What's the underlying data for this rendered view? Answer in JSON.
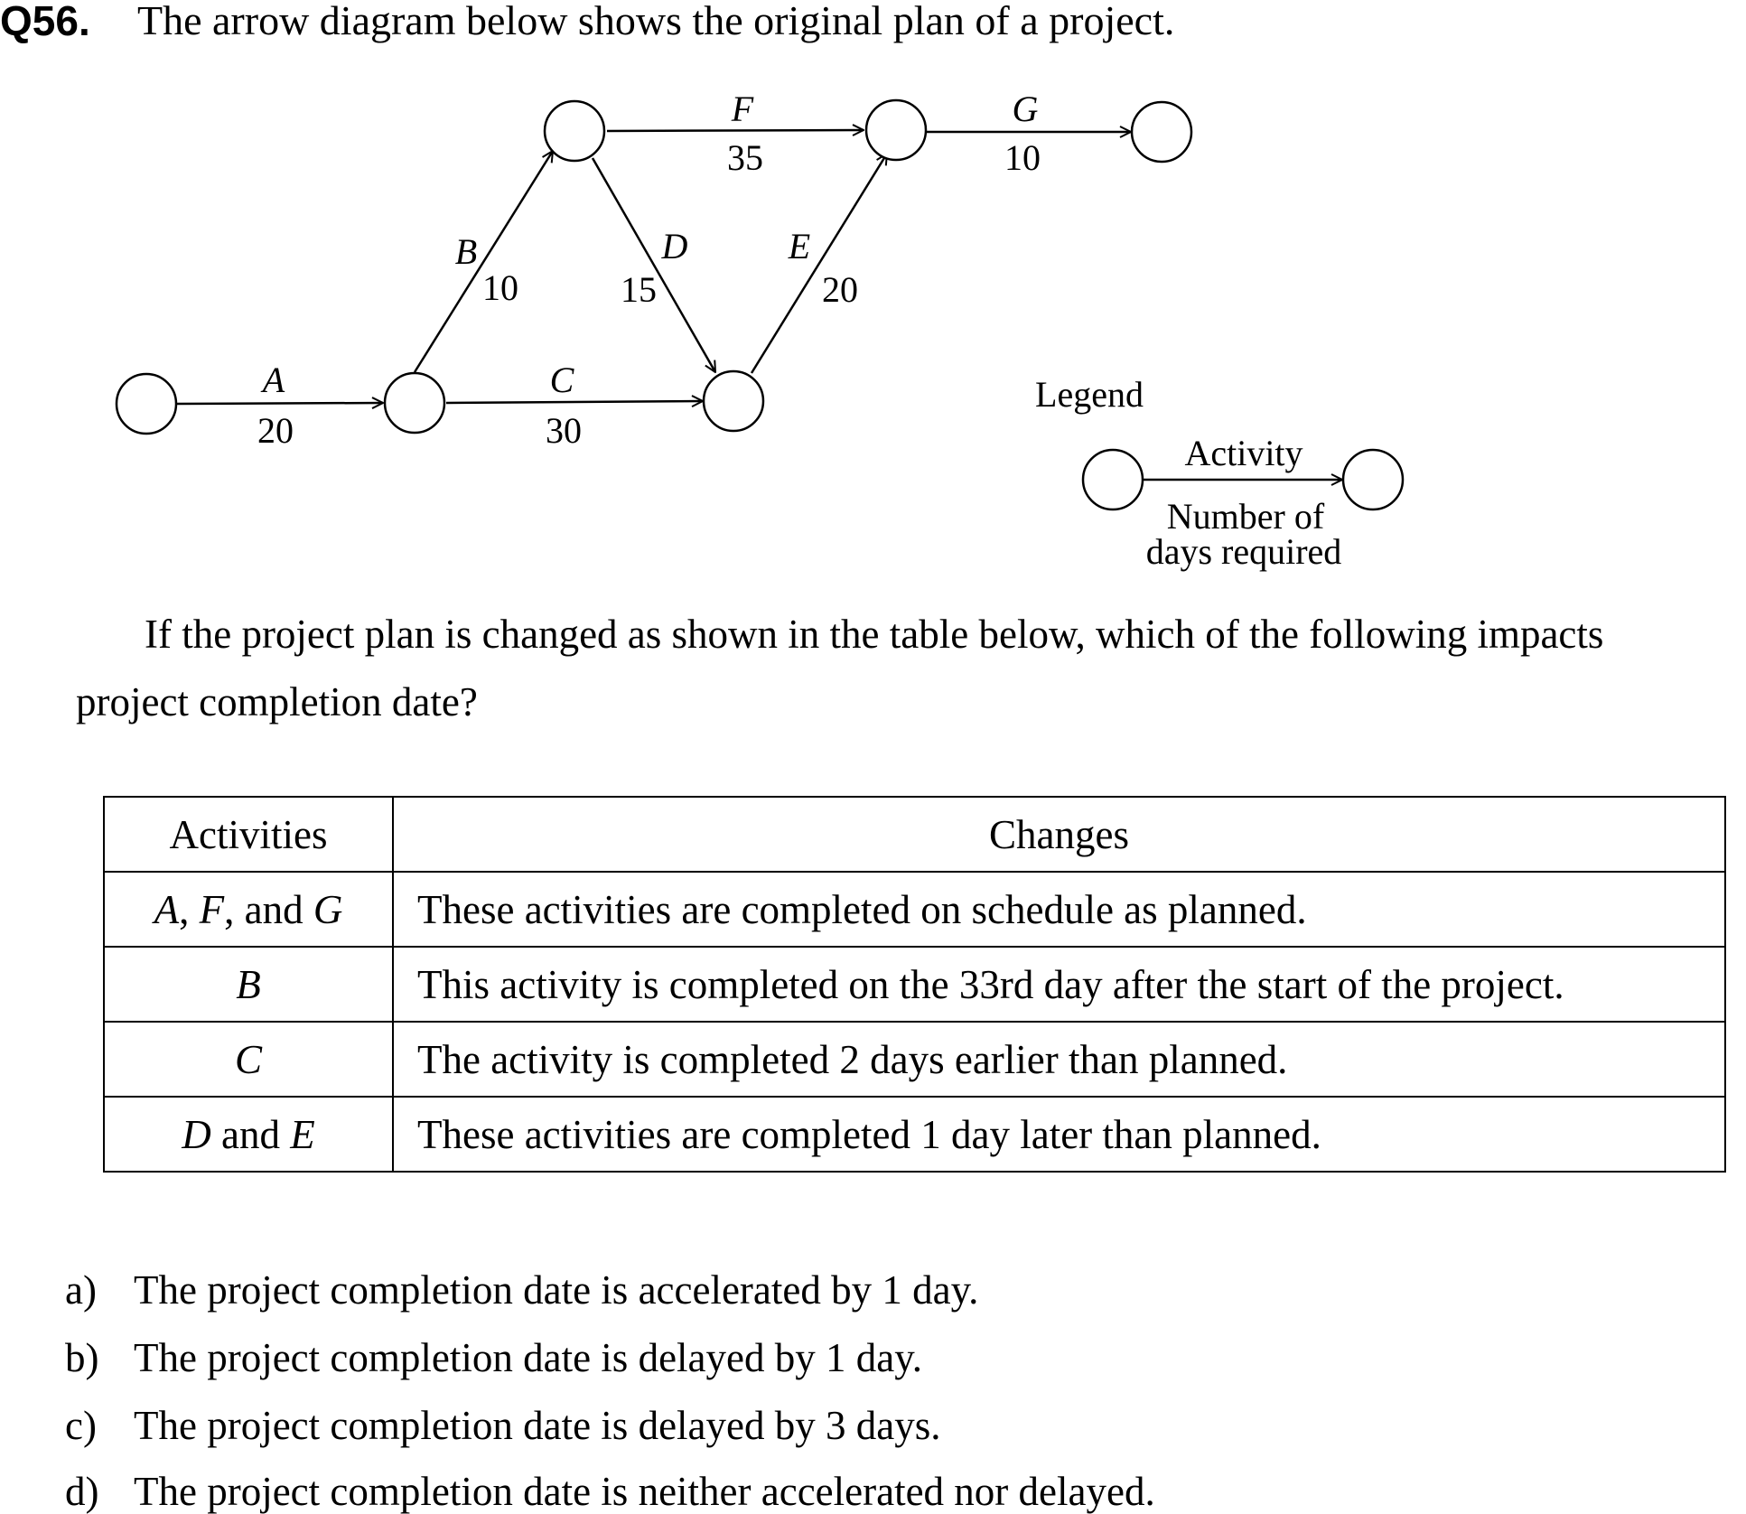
{
  "question": {
    "number": "Q56.",
    "text": "The arrow diagram below shows the original plan of a project."
  },
  "diagram": {
    "activities": [
      {
        "name": "A",
        "days": "20"
      },
      {
        "name": "B",
        "days": "10"
      },
      {
        "name": "C",
        "days": "30"
      },
      {
        "name": "D",
        "days": "15"
      },
      {
        "name": "E",
        "days": "20"
      },
      {
        "name": "F",
        "days": "35"
      },
      {
        "name": "G",
        "days": "10"
      }
    ],
    "legend": {
      "title": "Legend",
      "activity": "Activity",
      "days_line1": "Number of",
      "days_line2": "days required"
    }
  },
  "prompt": {
    "line1": "If the project plan is changed as shown in the table below, which of the following impacts",
    "line2": "project completion date?"
  },
  "table": {
    "headers": [
      "Activities",
      "Changes"
    ],
    "rows": [
      {
        "activities": {
          "p1": "A",
          "s1": ", ",
          "p2": "F",
          "s2": ", and ",
          "p3": "G"
        },
        "change": "These activities are completed on schedule as planned."
      },
      {
        "activities": {
          "p1": "B"
        },
        "change": "This activity is completed on the 33rd day after the start of the project."
      },
      {
        "activities": {
          "p1": "C"
        },
        "change": "The activity is completed 2 days earlier than planned."
      },
      {
        "activities": {
          "p1": "D",
          "s1": " and ",
          "p2": "E"
        },
        "change": "These activities are completed 1 day later than planned."
      }
    ]
  },
  "options": [
    {
      "letter": "a)",
      "text": "The project completion date is accelerated by 1 day."
    },
    {
      "letter": "b)",
      "text": "The project completion date is delayed by 1 day."
    },
    {
      "letter": "c)",
      "text": "The project completion date is delayed by 3 days."
    },
    {
      "letter": "d)",
      "text": "The project completion date is neither accelerated nor delayed."
    }
  ]
}
